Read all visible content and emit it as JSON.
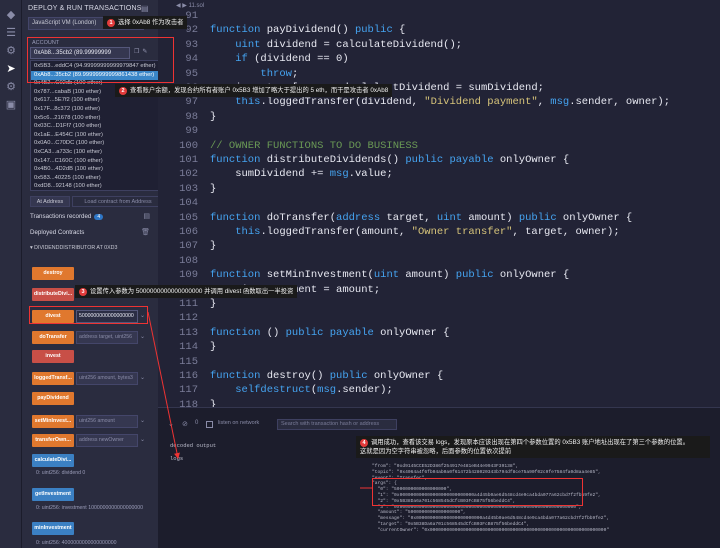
{
  "panel": {
    "title": "DEPLOY & RUN TRANSACTIONS",
    "environment": "JavaScript VM (London)",
    "account_label": "ACCOUNT",
    "account_selected": "0xAb8...35cb2 (89.99999999",
    "accounts": [
      "0x5B3...eddC4 (94.99999999999979847 ether)",
      "0xAb8...35cb2 (89.99999999999861438 ether)",
      "0x4B2...C02db (100 ether)",
      "0x787...cabaB (100 ether)",
      "0x617...5E7f2 (100 ether)",
      "0x17F...8c372 (100 ether)",
      "0x5c6...21678 (100 ether)",
      "0x03C...D1Ff7 (100 ether)",
      "0x1aE...E454C (100 ether)",
      "0x0A0...C70DC (100 ether)",
      "0xCA3...a733c (100 ether)",
      "0x147...C160C (100 ether)",
      "0x4B0...4D2dB (100 ether)",
      "0x583...40225 (100 ether)",
      "0xdD8...92148 (100 ether)"
    ],
    "tab_at_address": "At Address",
    "tab_load": "Load contract from Address",
    "transactions_recorded": "Transactions recorded",
    "transactions_count": "4",
    "deployed_contracts": "Deployed Contracts",
    "contract_header": "DIVIDENDDISTRIBUTOR AT 0XD3",
    "functions": [
      {
        "name": "destroy",
        "color": "orange",
        "input": ""
      },
      {
        "name": "distributeDivi...",
        "color": "red",
        "input": ""
      },
      {
        "name": "divest",
        "color": "orange",
        "input": "5000000000000000000"
      },
      {
        "name": "doTransfer",
        "color": "orange",
        "input": "address target, uint256"
      },
      {
        "name": "invest",
        "color": "red",
        "input": ""
      },
      {
        "name": "loggedTransf...",
        "color": "orange",
        "input": "uint256 amount, bytes3"
      },
      {
        "name": "payDividend",
        "color": "orange",
        "input": ""
      },
      {
        "name": "setMinInvest...",
        "color": "orange",
        "input": "uint256 amount"
      },
      {
        "name": "transferOwn...",
        "color": "orange",
        "input": "address newOwner"
      },
      {
        "name": "calculateDivi...",
        "color": "blue",
        "input": ""
      },
      {
        "name": "getInvestment",
        "color": "blue",
        "input": ""
      },
      {
        "name": "minInvestment",
        "color": "blue",
        "input": ""
      }
    ],
    "results": {
      "calculate": "0: uint256: dividend 0",
      "getInvestment": "0: uint256: investment 1000000000000000000",
      "minInvestment": "0: uint256: 4000000000000000000"
    }
  },
  "editor": {
    "file_tab": "11.sol",
    "lines": [
      {
        "n": "91",
        "segs": [
          [
            "",
            ""
          ]
        ]
      },
      {
        "n": "92",
        "segs": [
          [
            "kw",
            "function "
          ],
          [
            "fn",
            "payDividend() "
          ],
          [
            "kw",
            "public "
          ],
          [
            "fn",
            "{"
          ]
        ]
      },
      {
        "n": "93",
        "segs": [
          [
            "fn",
            "    "
          ],
          [
            "kw",
            "uint "
          ],
          [
            "fn",
            "dividend = calculateDividend();"
          ]
        ]
      },
      {
        "n": "94",
        "segs": [
          [
            "fn",
            "    "
          ],
          [
            "kw",
            "if "
          ],
          [
            "fn",
            "(dividend == 0)"
          ]
        ]
      },
      {
        "n": "95",
        "segs": [
          [
            "fn",
            "        "
          ],
          [
            "kw",
            "throw"
          ],
          [
            "fn",
            ";"
          ]
        ]
      },
      {
        "n": "96",
        "segs": [
          [
            "fn",
            "    investors[msg.sender].lastDividend = sumDividend;"
          ]
        ]
      },
      {
        "n": "97",
        "segs": [
          [
            "fn",
            "    "
          ],
          [
            "bl",
            "this"
          ],
          [
            "fn",
            ".loggedTransfer(dividend, "
          ],
          [
            "str",
            "\"Dividend payment\""
          ],
          [
            "fn",
            ", "
          ],
          [
            "bl",
            "msg"
          ],
          [
            "fn",
            ".sender, owner);"
          ]
        ]
      },
      {
        "n": "98",
        "segs": [
          [
            "fn",
            "}"
          ]
        ]
      },
      {
        "n": "99",
        "segs": [
          [
            "",
            ""
          ]
        ]
      },
      {
        "n": "100",
        "segs": [
          [
            "cm",
            "// OWNER FUNCTIONS TO DO BUSINESS"
          ]
        ]
      },
      {
        "n": "101",
        "segs": [
          [
            "kw",
            "function "
          ],
          [
            "fn",
            "distributeDividends() "
          ],
          [
            "kw",
            "public payable "
          ],
          [
            "fn",
            "onlyOwner {"
          ]
        ]
      },
      {
        "n": "102",
        "segs": [
          [
            "fn",
            "    sumDividend += "
          ],
          [
            "bl",
            "msg"
          ],
          [
            "fn",
            ".value;"
          ]
        ]
      },
      {
        "n": "103",
        "segs": [
          [
            "fn",
            "}"
          ]
        ]
      },
      {
        "n": "104",
        "segs": [
          [
            "",
            ""
          ]
        ]
      },
      {
        "n": "105",
        "segs": [
          [
            "kw",
            "function "
          ],
          [
            "fn",
            "doTransfer("
          ],
          [
            "kw",
            "address "
          ],
          [
            "fn",
            "target, "
          ],
          [
            "kw",
            "uint "
          ],
          [
            "fn",
            "amount) "
          ],
          [
            "kw",
            "public "
          ],
          [
            "fn",
            "onlyOwner {"
          ]
        ]
      },
      {
        "n": "106",
        "segs": [
          [
            "fn",
            "    "
          ],
          [
            "bl",
            "this"
          ],
          [
            "fn",
            ".loggedTransfer(amount, "
          ],
          [
            "str",
            "\"Owner transfer\""
          ],
          [
            "fn",
            ", target, owner);"
          ]
        ]
      },
      {
        "n": "107",
        "segs": [
          [
            "fn",
            "}"
          ]
        ]
      },
      {
        "n": "108",
        "segs": [
          [
            "",
            ""
          ]
        ]
      },
      {
        "n": "109",
        "segs": [
          [
            "kw",
            "function "
          ],
          [
            "fn",
            "setMinInvestment("
          ],
          [
            "kw",
            "uint "
          ],
          [
            "fn",
            "amount) "
          ],
          [
            "kw",
            "public "
          ],
          [
            "fn",
            "onlyOwner {"
          ]
        ]
      },
      {
        "n": "110",
        "segs": [
          [
            "fn",
            "    minInvestment = amount;"
          ]
        ]
      },
      {
        "n": "111",
        "segs": [
          [
            "fn",
            "}"
          ]
        ]
      },
      {
        "n": "112",
        "segs": [
          [
            "",
            ""
          ]
        ]
      },
      {
        "n": "113",
        "segs": [
          [
            "kw",
            "function "
          ],
          [
            "fn",
            "() "
          ],
          [
            "kw",
            "public payable "
          ],
          [
            "fn",
            "onlyOwner {"
          ]
        ]
      },
      {
        "n": "114",
        "segs": [
          [
            "fn",
            "}"
          ]
        ]
      },
      {
        "n": "115",
        "segs": [
          [
            "",
            ""
          ]
        ]
      },
      {
        "n": "116",
        "segs": [
          [
            "kw",
            "function "
          ],
          [
            "fn",
            "destroy() "
          ],
          [
            "kw",
            "public "
          ],
          [
            "fn",
            "onlyOwner {"
          ]
        ]
      },
      {
        "n": "117",
        "segs": [
          [
            "fn",
            "    "
          ],
          [
            "kw",
            "selfdestruct"
          ],
          [
            "fn",
            "("
          ],
          [
            "bl",
            "msg"
          ],
          [
            "fn",
            ".sender);"
          ]
        ]
      },
      {
        "n": "118",
        "segs": [
          [
            "fn",
            "}"
          ]
        ]
      }
    ]
  },
  "terminal": {
    "count": "0",
    "listen_label": "listen on network",
    "search_placeholder": "Search with transaction hash or address",
    "decoded_output": "decoded output",
    "logs_label": "logs",
    "log_lines": [
      "\"from\": \"0xd9145CCE52D386f254917e481eB44e9943F39138\",",
      "\"topic\": \"0x4064a4f6fb04ab0a0f61472b428020343b794df8ce75a90f02c9fe7584fa0d8aa4e85\",",
      "\"event\": \"Transfer\",",
      "\"args\": {",
      "  \"0\": \"5000000000000000000\",",
      "  \"1\": \"0x000000000000000000000000000a4d45b0ae6d548cd4e9ca4bda077a62cbd7f2fbb9fe2\",",
      "  \"2\": \"0x5B38Da6a701c568545dCfcB03FcB875f56beddC4\",",
      "  \"3\": \"0x0000000000000000000000000000000000000000000000000000000000000000\",",
      "  \"amount\": \"5000000000000000000\",",
      "  \"message\": \"0x000000000000000000000000a4d45b0ae6d548cd4e9ca4bda077a62cbd7f2fbb9fe2\",",
      "  \"target\": \"0x5B38Da6a701c568545dCfcB03FcB875f56beddC4\",",
      "  \"currentOwner\": \"0x0000000000000000000000000000000000000000000000000000000000000000\""
    ]
  },
  "annotations": {
    "a1_num": "1",
    "a1": "选择 0xAb8 作为攻击者",
    "a2_num": "2",
    "a2": "查看账户余额，发现合约所有者账户 0x5B3 增加了略大于提出的 5 eth，而干是攻击者 0xAb8",
    "a3_num": "3",
    "a3": "设置传入参数为 5000000000000000000 并调用 divest 函数取出一半投资",
    "a4_num": "4",
    "a4a": "调用成功，查看该交易 logs，发现原本应该出现在第四个参数位置的 0x5B3 账户地址出现在了第三个参数的位置。",
    "a4b": "这就是因为空字符串被忽略，后面参数的位置依次提前"
  }
}
